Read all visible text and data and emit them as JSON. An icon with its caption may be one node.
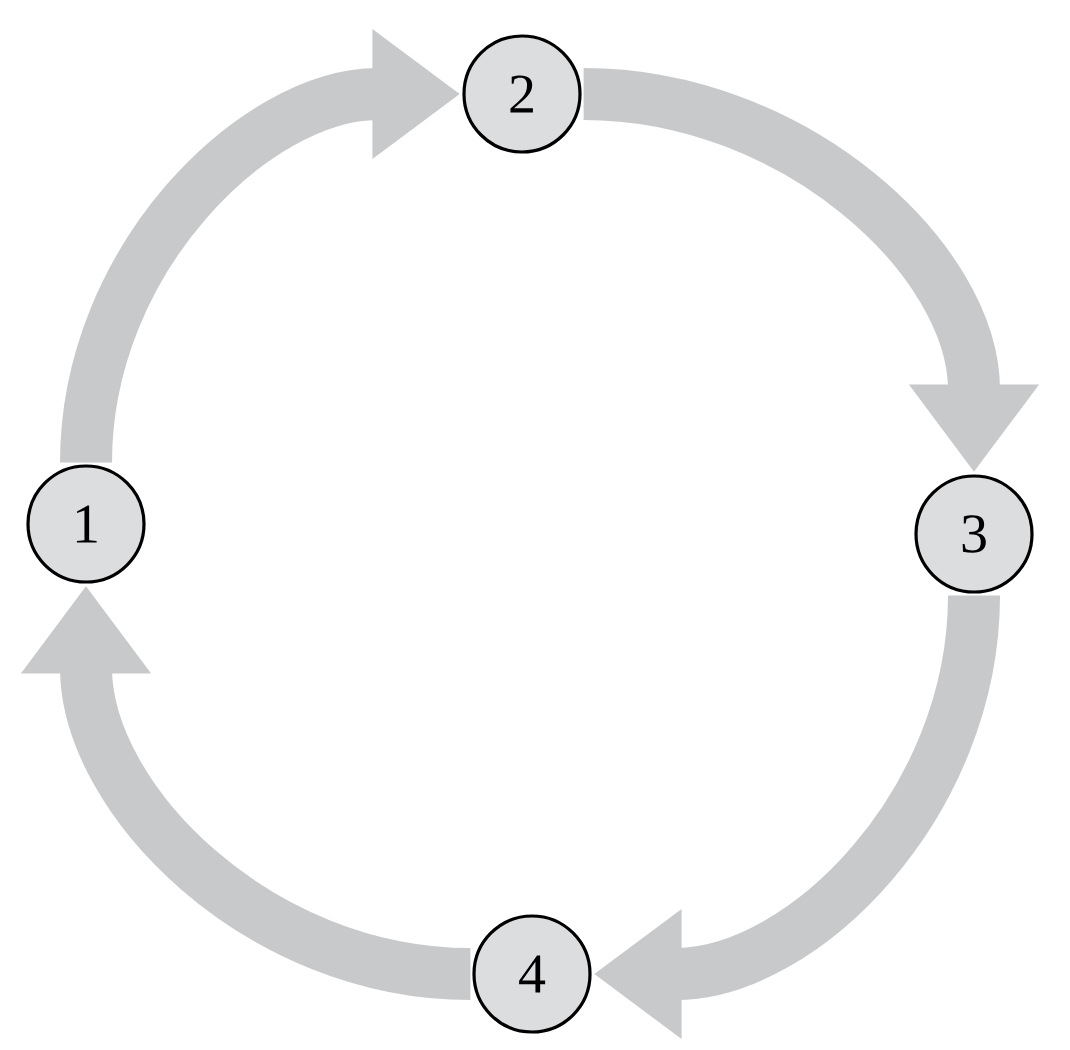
{
  "diagram": {
    "nodes": [
      {
        "text": [
          "1"
        ]
      },
      {
        "text": [
          "2"
        ]
      },
      {
        "text": [
          "3"
        ]
      },
      {
        "text": [
          "4"
        ]
      }
    ],
    "edges": [
      {
        "from": 0,
        "to": 1,
        "arrow": "to"
      },
      {
        "from": 1,
        "to": 2,
        "arrow": "to"
      },
      {
        "from": 2,
        "to": 3,
        "arrow": "to"
      },
      {
        "from": 3,
        "to": 0,
        "arrow": "to"
      }
    ]
  }
}
